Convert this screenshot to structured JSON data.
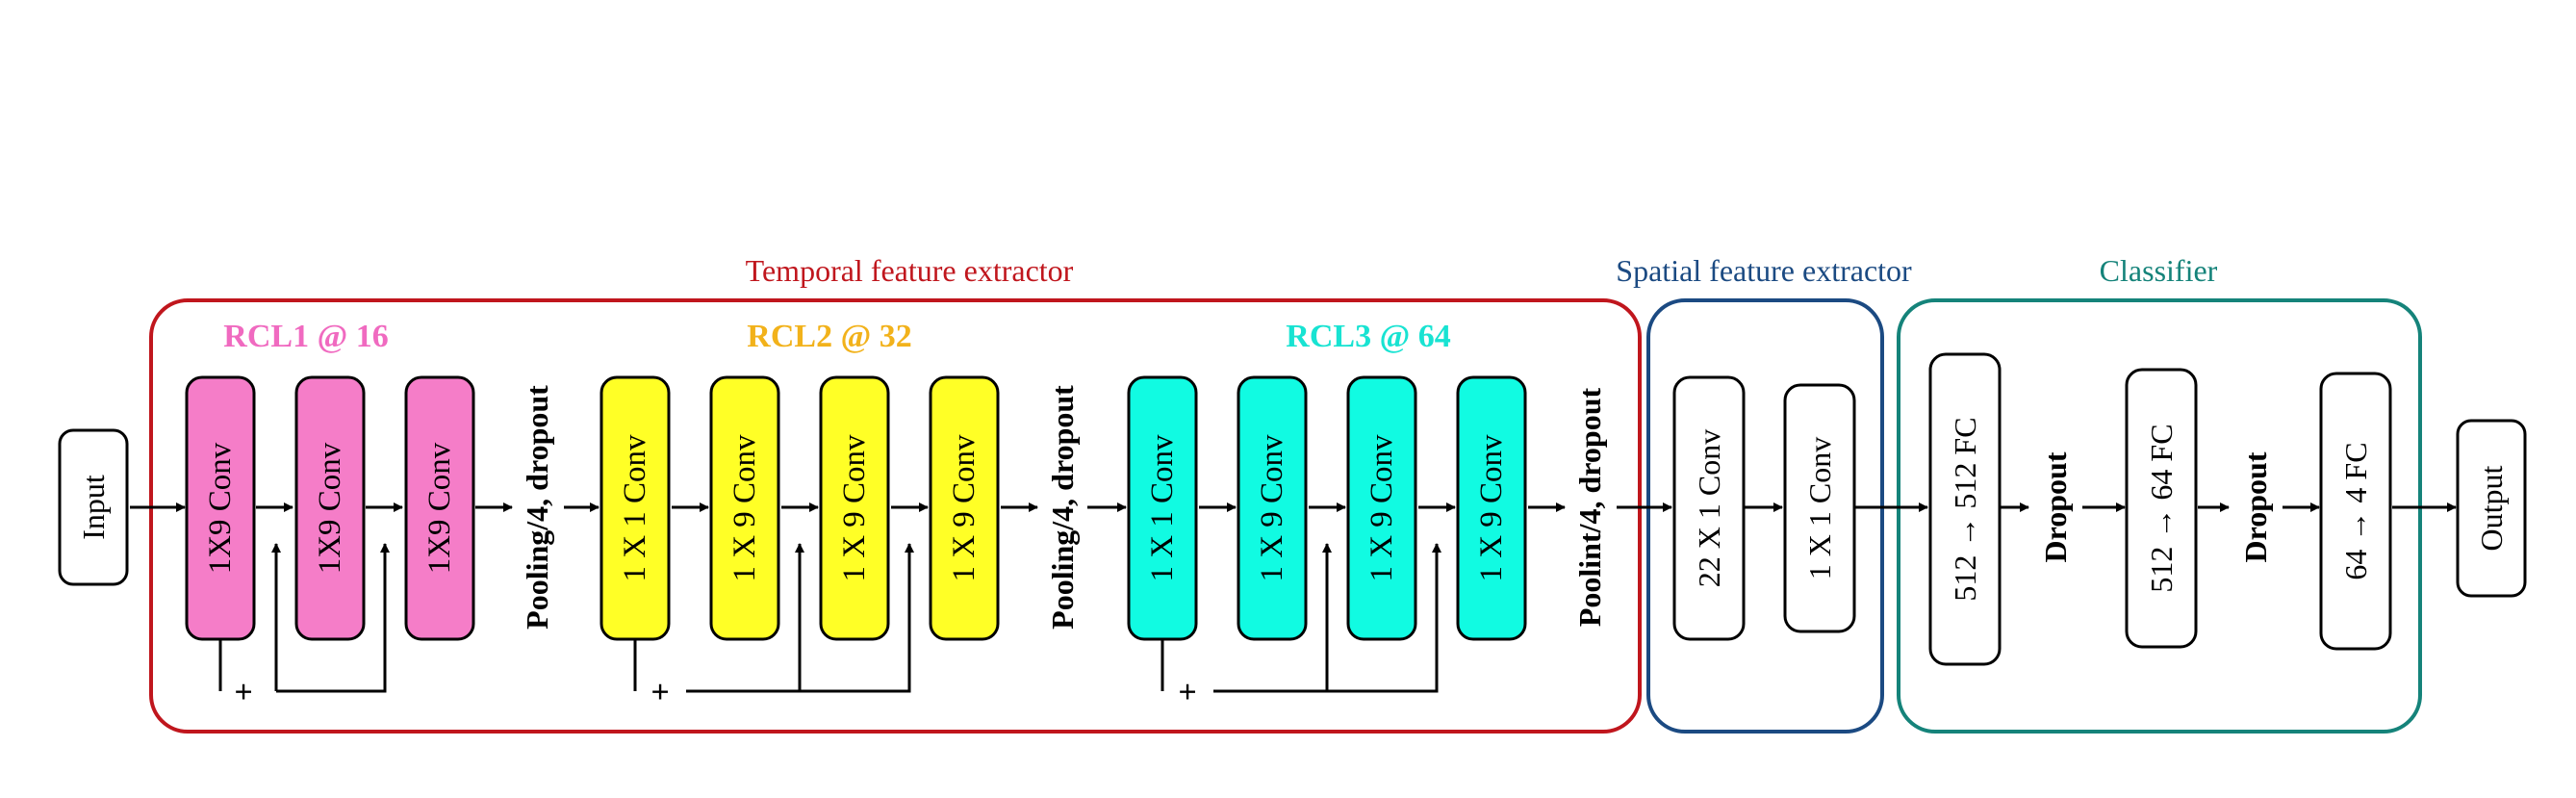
{
  "colors": {
    "temporal": "#c0161d",
    "spatial": "#1b4a82",
    "classifier": "#15837a",
    "pink": "#f57dc8",
    "pink_label": "#f06ac0",
    "yellow": "#ffff26",
    "yellow_label": "#f2b21b",
    "cyan": "#11fbe2",
    "cyan_label": "#18e3d2",
    "ink": "#000000"
  },
  "sections": {
    "temporal": "Temporal feature extractor",
    "spatial": "Spatial feature extractor",
    "classifier": "Classifier"
  },
  "rcl": {
    "rcl1": "RCL1 @ 16",
    "rcl2": "RCL2 @ 32",
    "rcl3": "RCL3 @ 64"
  },
  "nodes": {
    "input": "Input",
    "r1c1": "1X9 Conv",
    "r1c2": "1X9 Conv",
    "r1c3": "1X9 Conv",
    "pool1": "Pooling/4, dropout",
    "r2c1": "1 X 1 Conv",
    "r2c2": "1 X 9 Conv",
    "r2c3": "1 X 9 Conv",
    "r2c4": "1 X 9 Conv",
    "pool2": "Pooling/4, dropout",
    "r3c1": "1 X 1 Conv",
    "r3c2": "1 X 9 Conv",
    "r3c3": "1 X 9 Conv",
    "r3c4": "1 X 9 Conv",
    "pool3": "Poolint/4, dropout",
    "s1": "22 X 1 Conv",
    "s2": "1 X 1 Conv",
    "fc1": "512 → 512 FC",
    "drop1": "Dropout",
    "fc2": "512 → 64 FC",
    "drop2": "Dropout",
    "fc3": "64 → 4 FC",
    "output": "Output"
  },
  "plus": "+"
}
